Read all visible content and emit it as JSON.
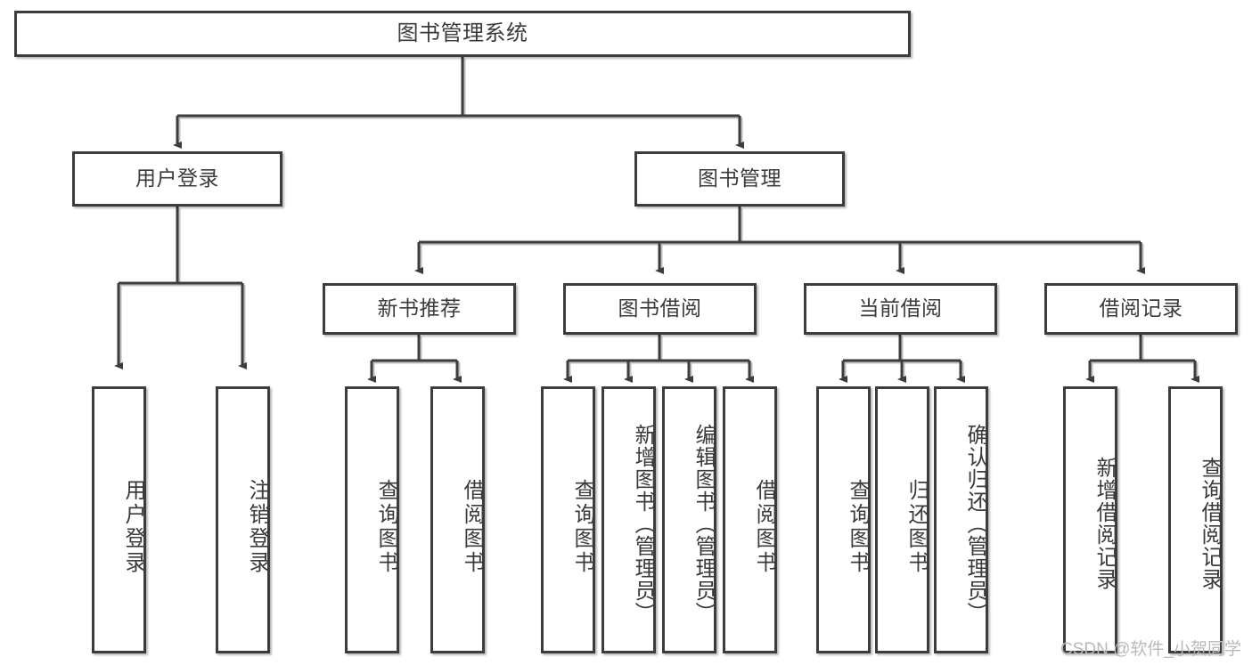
{
  "diagram": {
    "title": "图书管理系统",
    "watermark": "CSDN @软件_小贺同学",
    "stroke_color": "#3c3c3c",
    "fill_color": "#ffffff",
    "text_color": "#3b3b3b",
    "root": {
      "label": "图书管理系统"
    },
    "level2": [
      {
        "label": "用户登录"
      },
      {
        "label": "图书管理"
      }
    ],
    "level3": [
      {
        "label": "新书推荐"
      },
      {
        "label": "图书借阅"
      },
      {
        "label": "当前借阅"
      },
      {
        "label": "借阅记录"
      }
    ],
    "leaves": {
      "user_login": [
        {
          "label": "用户登录"
        },
        {
          "label": "注销登录"
        }
      ],
      "new_book_recommend": [
        {
          "label": "查询图书"
        },
        {
          "label": "借阅图书"
        }
      ],
      "book_borrow": [
        {
          "label": "查询图书"
        },
        {
          "label": "新增图书（管理员）"
        },
        {
          "label": "编辑图书（管理员）"
        },
        {
          "label": "借阅图书"
        }
      ],
      "current_borrow": [
        {
          "label": "查询图书"
        },
        {
          "label": "归还图书"
        },
        {
          "label": "确认归还（管理员）"
        }
      ],
      "borrow_records": [
        {
          "label": "新增借阅记录"
        },
        {
          "label": "查询借阅记录"
        }
      ]
    }
  }
}
